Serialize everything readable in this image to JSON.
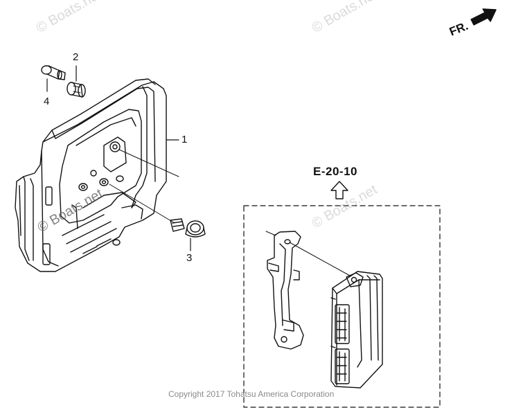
{
  "diagram": {
    "callouts": [
      {
        "id": "1",
        "label": "1"
      },
      {
        "id": "2",
        "label": "2"
      },
      {
        "id": "3",
        "label": "3"
      },
      {
        "id": "4",
        "label": "4"
      }
    ],
    "reference_label": "E-20-10",
    "front_indicator": "FR.",
    "watermark_text": "© Boats.net",
    "copyright": "Copyright 2017 Tohatsu America Corporation"
  }
}
